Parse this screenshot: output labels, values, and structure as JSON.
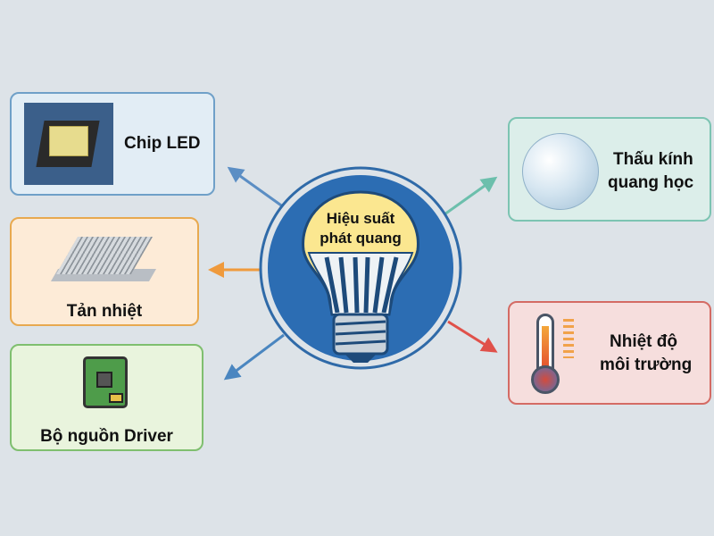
{
  "center": {
    "title_line1": "Hiệu suất",
    "title_line2": "phát quang",
    "icon": "light-bulb-icon"
  },
  "nodes": [
    {
      "id": "chip-led",
      "label": "Chip LED",
      "icon": "led-chip-icon",
      "color": "#6fa0c8",
      "bg": "#e2edf5",
      "arrow": "#5b8ec4"
    },
    {
      "id": "heatsink",
      "label": "Tản nhiệt",
      "icon": "heatsink-icon",
      "color": "#e8a94f",
      "bg": "#fdebd7",
      "arrow": "#ef9a3c"
    },
    {
      "id": "driver",
      "label": "Bộ nguồn Driver",
      "icon": "circuit-board-icon",
      "color": "#7fbf6f",
      "bg": "#e9f4dd",
      "arrow": "#4a86c0"
    },
    {
      "id": "lens",
      "label_line1": "Thấu kính",
      "label_line2": "quang học",
      "icon": "optical-lens-icon",
      "color": "#7cc4b2",
      "bg": "#dceeea",
      "arrow": "#6cbfac"
    },
    {
      "id": "temperature",
      "label_line1": "Nhiệt độ",
      "label_line2": "môi trường",
      "icon": "thermometer-icon",
      "color": "#d46b64",
      "bg": "#f6dedd",
      "arrow": "#e0514a"
    }
  ]
}
